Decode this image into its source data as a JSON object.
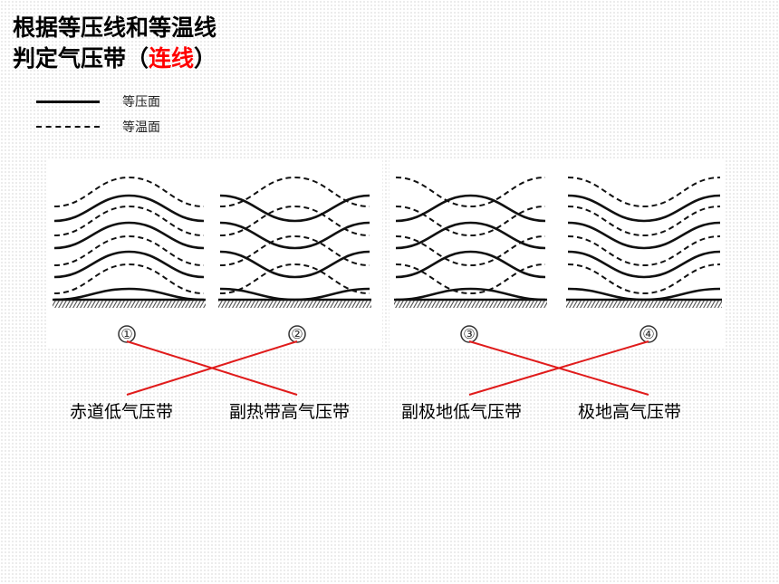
{
  "title": {
    "line1": "根据等压线和等温线",
    "line2_prefix": "判定气压带（",
    "line2_highlight": "连线",
    "line2_suffix": "）"
  },
  "legend": {
    "isobar_label": "等压面",
    "isotherm_label": "等温面"
  },
  "panels": [
    {
      "id": "①",
      "isobar_shape": "arch-up",
      "isotherm_shape": "arch-up"
    },
    {
      "id": "②",
      "isobar_shape": "dip-down",
      "isotherm_shape": "arch-up"
    },
    {
      "id": "③",
      "isobar_shape": "arch-up",
      "isotherm_shape": "dip-down"
    },
    {
      "id": "④",
      "isobar_shape": "dip-down",
      "isotherm_shape": "dip-down"
    }
  ],
  "answers": [
    "赤道低气压带",
    "副热带高气压带",
    "副极地低气压带",
    "极地高气压带"
  ],
  "connections": [
    {
      "from": "①",
      "to": "副热带高气压带"
    },
    {
      "from": "②",
      "to": "赤道低气压带"
    },
    {
      "from": "③",
      "to": "极地高气压带"
    },
    {
      "from": "④",
      "to": "副极地低气压带"
    }
  ],
  "colors": {
    "connector": "#e01b1b",
    "highlight": "#ff0000",
    "lines": "#111111"
  }
}
